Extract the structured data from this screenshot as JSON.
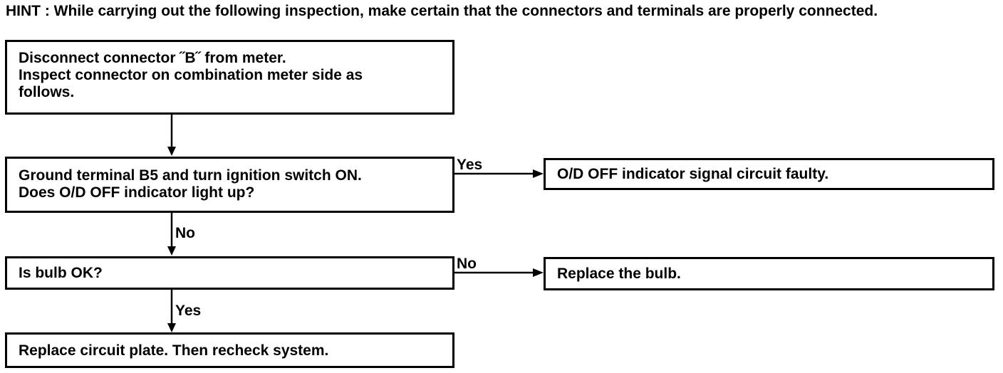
{
  "hint": "HINT : While carrying out the following inspection, make certain that the connectors and terminals are properly connected.",
  "steps": {
    "step1": {
      "lines": [
        "Disconnect connector ˝B˝  from meter.",
        "Inspect connector on combination meter side as",
        "follows."
      ]
    },
    "step2": {
      "lines": [
        "Ground terminal B5 and turn ignition switch ON.",
        "Does O/D OFF indicator light up?"
      ]
    },
    "step3": {
      "lines": [
        "Is bulb OK?"
      ]
    },
    "step4": {
      "lines": [
        "Replace circuit plate. Then recheck system."
      ]
    }
  },
  "results": {
    "result_step2_yes": "O/D OFF indicator signal circuit faulty.",
    "result_step3_no": "Replace the bulb."
  },
  "labels": {
    "step2_yes": "Yes",
    "step2_no": "No",
    "step3_no": "No",
    "step3_yes": "Yes"
  }
}
